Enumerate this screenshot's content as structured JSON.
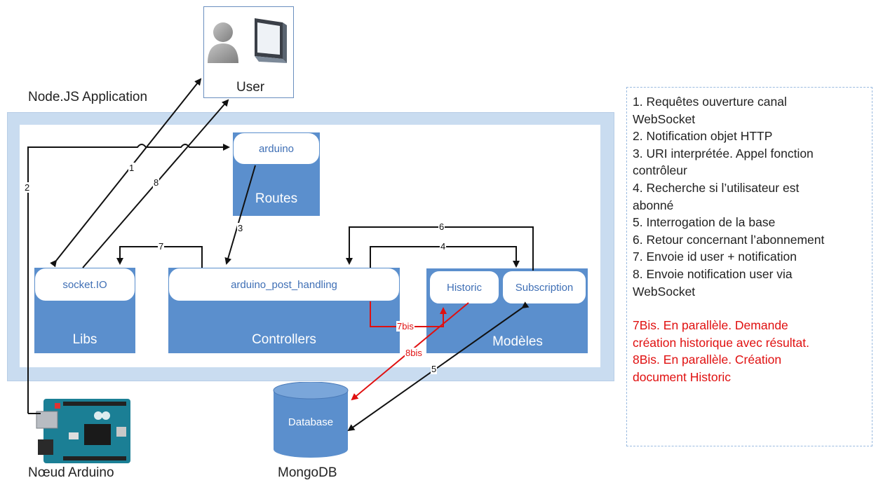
{
  "app_title": "Node.JS Application",
  "user": {
    "label": "User",
    "icons": [
      "user-silhouette-icon",
      "monitor-icon"
    ]
  },
  "components": {
    "routes": {
      "label": "Routes",
      "item": "arduino"
    },
    "libs": {
      "label": "Libs",
      "item": "socket.IO"
    },
    "controllers": {
      "label": "Controllers",
      "item": "arduino_post_handling"
    },
    "models": {
      "label": "Modèles",
      "items": [
        "Historic",
        "Subscription"
      ]
    }
  },
  "database": {
    "label": "Database",
    "caption": "MongoDB"
  },
  "arduino": {
    "caption": "Nœud Arduino"
  },
  "arrow_labels": [
    "1",
    "2",
    "3",
    "4",
    "5",
    "6",
    "7",
    "8",
    "7bis",
    "8bis"
  ],
  "legend": {
    "steps": [
      "1. Requêtes ouverture canal",
      "WebSocket",
      "2. Notification objet HTTP",
      "3. URI interprétée. Appel fonction",
      "contrôleur",
      "4. Recherche si l’utilisateur est",
      "abonné",
      "5. Interrogation de la base",
      "6. Retour concernant l’abonnement",
      "7. Envoie id user + notification",
      "8. Envoie notification user via",
      "WebSocket"
    ],
    "notes": [
      "7Bis. En parallèle. Demande",
      "création historique avec résultat.",
      "8Bis. En parallèle. Création",
      "document Historic"
    ]
  },
  "colors": {
    "component_blue": "#5b8fcd",
    "frame_blue": "#c9dcf0",
    "arrow_black": "#111111",
    "arrow_red": "#e01010"
  }
}
